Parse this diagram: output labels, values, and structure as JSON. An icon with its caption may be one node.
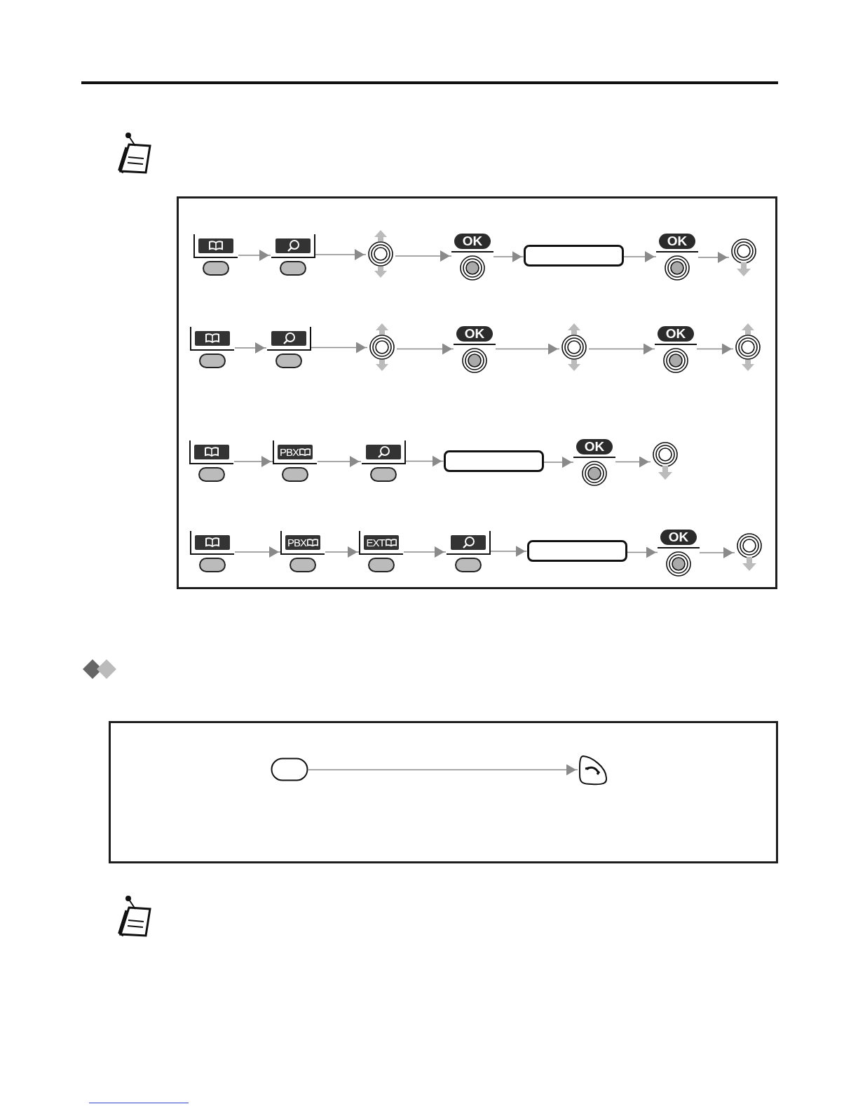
{
  "diagram": {
    "nodes": [
      {
        "text": [],
        "shape": "box"
      },
      {
        "text": [],
        "shape": "button",
        "in": 0
      },
      {
        "text": [],
        "shape": "button",
        "in": 0
      },
      {
        "text": [],
        "shape": "circle",
        "in": 0
      },
      {
        "text": [
          "OK"
        ],
        "in": 0
      },
      {
        "text": [],
        "shape": "box",
        "in": 0
      },
      {
        "text": [
          "OK"
        ],
        "in": 0
      },
      {
        "text": [],
        "shape": "circle",
        "in": 0
      },
      {
        "text": [],
        "shape": "button",
        "in": 0
      },
      {
        "text": [],
        "shape": "button",
        "in": 0
      },
      {
        "text": [],
        "shape": "circle",
        "in": 0
      },
      {
        "text": [
          "OK"
        ],
        "in": 0
      },
      {
        "text": [],
        "shape": "circle",
        "in": 0
      },
      {
        "text": [
          "OK"
        ],
        "in": 0
      },
      {
        "text": [],
        "shape": "circle",
        "in": 0
      },
      {
        "text": [],
        "shape": "button",
        "in": 0
      },
      {
        "text": [
          "PBX"
        ],
        "in": 0
      },
      {
        "text": [],
        "shape": "button",
        "in": 0
      },
      {
        "text": [],
        "shape": "box",
        "in": 0
      },
      {
        "text": [
          "OK"
        ],
        "in": 0
      },
      {
        "text": [],
        "shape": "circle",
        "in": 0
      },
      {
        "text": [],
        "shape": "button",
        "in": 0
      },
      {
        "text": [
          "PBX"
        ],
        "in": 0
      },
      {
        "text": [
          "EXT"
        ],
        "in": 0
      },
      {
        "text": [],
        "shape": "button",
        "in": 0
      },
      {
        "text": [],
        "shape": "box",
        "in": 0
      },
      {
        "text": [
          "OK"
        ],
        "in": 0
      },
      {
        "text": [],
        "shape": "circle",
        "in": 0
      },
      {
        "text": [],
        "shape": "box"
      },
      {
        "text": [],
        "shape": "button",
        "in": 28
      },
      {
        "text": [],
        "shape": "button",
        "in": 28
      }
    ],
    "edges": [
      {
        "from": 1,
        "to": 2,
        "arrow": "to"
      },
      {
        "from": 2,
        "to": 3,
        "arrow": "to"
      },
      {
        "from": 3,
        "to": 4,
        "arrow": "to"
      },
      {
        "from": 4,
        "to": 5,
        "arrow": "to"
      },
      {
        "from": 5,
        "to": 6,
        "arrow": "to"
      },
      {
        "from": 6,
        "to": 7,
        "arrow": "to"
      },
      {
        "from": 8,
        "to": 9,
        "arrow": "to"
      },
      {
        "from": 9,
        "to": 10,
        "arrow": "to"
      },
      {
        "from": 10,
        "to": 11,
        "arrow": "to"
      },
      {
        "from": 11,
        "to": 12,
        "arrow": "to"
      },
      {
        "from": 12,
        "to": 13,
        "arrow": "to"
      },
      {
        "from": 13,
        "to": 14,
        "arrow": "to"
      },
      {
        "from": 15,
        "to": 16,
        "arrow": "to"
      },
      {
        "from": 16,
        "to": 17,
        "arrow": "to"
      },
      {
        "from": 17,
        "to": 18,
        "arrow": "to"
      },
      {
        "from": 18,
        "to": 19,
        "arrow": "to"
      },
      {
        "from": 19,
        "to": 20,
        "arrow": "to"
      },
      {
        "from": 21,
        "to": 22,
        "arrow": "to"
      },
      {
        "from": 22,
        "to": 23,
        "arrow": "to"
      },
      {
        "from": 23,
        "to": 24,
        "arrow": "to"
      },
      {
        "from": 24,
        "to": 25,
        "arrow": "to"
      },
      {
        "from": 25,
        "to": 26,
        "arrow": "to"
      },
      {
        "from": 26,
        "to": 27,
        "arrow": "to"
      },
      {
        "from": 29,
        "to": 30,
        "arrow": "to"
      }
    ]
  }
}
